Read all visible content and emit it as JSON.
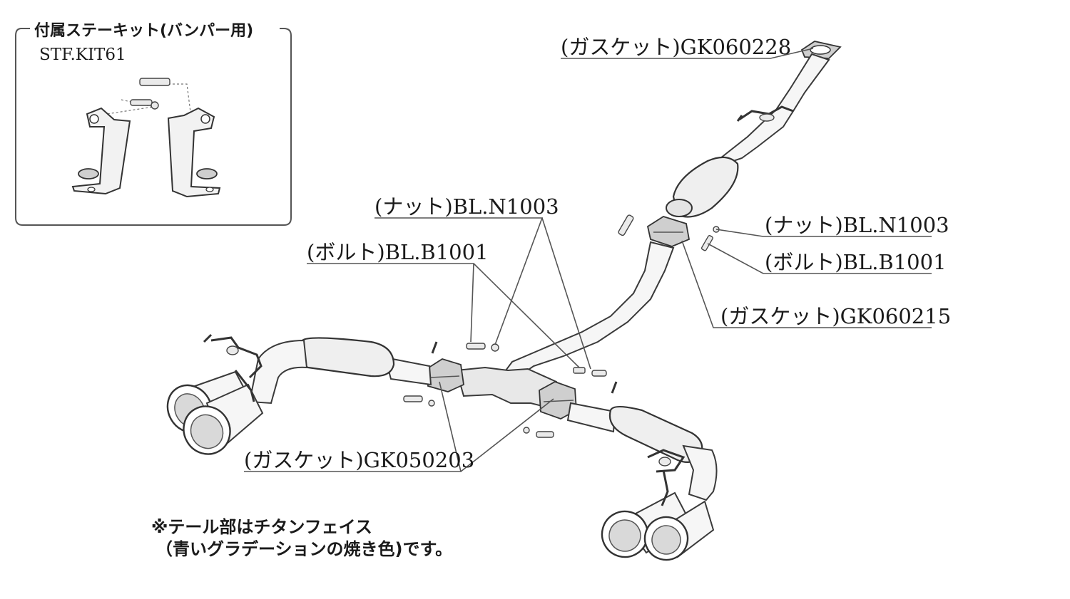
{
  "kit_box": {
    "title": "付属ステーキット(バンパー用)",
    "code": "STF.KIT61"
  },
  "labels": {
    "gasket_top": "(ガスケット)GK060228",
    "nut_right": "(ナット)BL.N1003",
    "bolt_right": "(ボルト)BL.B1001",
    "gasket_mid": "(ガスケット)GK060215",
    "nut_left": "(ナット)BL.N1003",
    "bolt_left": "(ボルト)BL.B1001",
    "gasket_low": "(ガスケット)GK050203"
  },
  "note": {
    "line1": "※テール部はチタンフェイス",
    "line2": "（青いグラデーションの焼き色)です。"
  }
}
